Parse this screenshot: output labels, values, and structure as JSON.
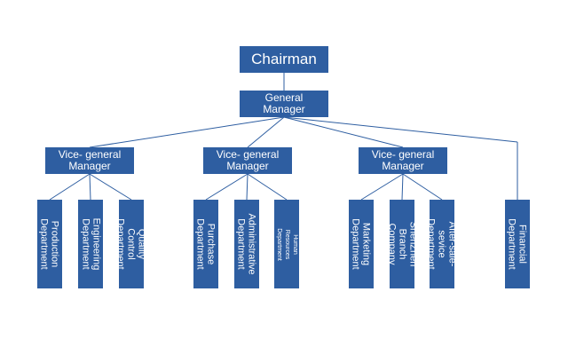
{
  "colors": {
    "box_fill": "#2e5ea1",
    "connector": "#2e5ea1",
    "text": "#ffffff"
  },
  "chairman": "Chairman",
  "general_manager": "General\nManager",
  "vice_managers": [
    "Vice- general\nManager",
    "Vice- general\nManager",
    "Vice- general\nManager"
  ],
  "departments": [
    "Production\nDepartment",
    "Engineering\nDepartment",
    "Quality Control\nDepartment",
    "Purchase\nDepartment",
    "Administrative\nDepartment",
    "Human Resources\nDepartment",
    "Marketing\nDepartment",
    "ShenZhen\nBranch Company",
    "After-sale-sevice\nDepartment",
    "Financial\nDepartment"
  ]
}
